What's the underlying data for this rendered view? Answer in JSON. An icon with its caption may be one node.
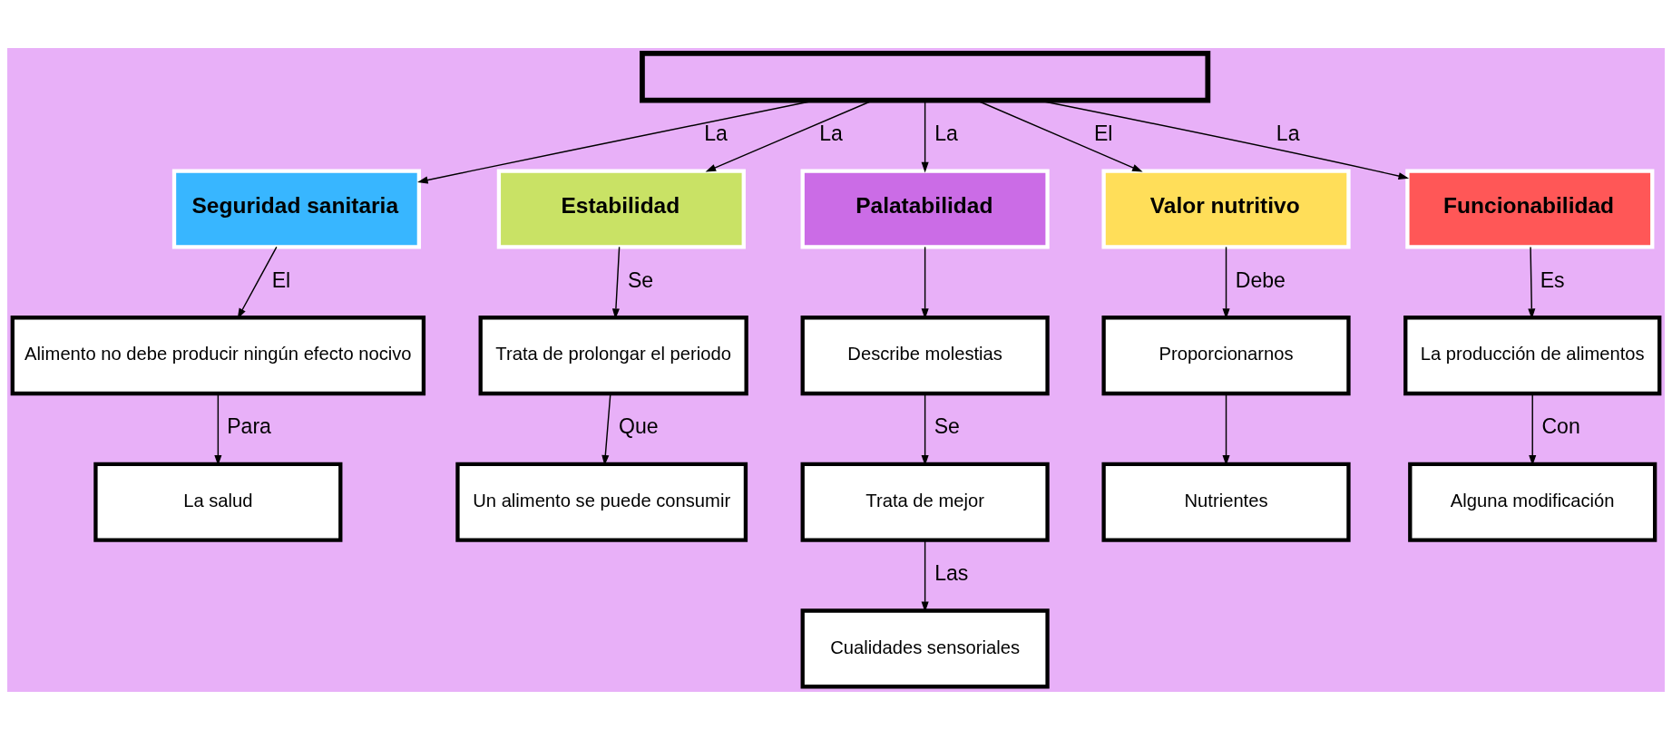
{
  "diagram": {
    "nodes": [
      {
        "text": [],
        "shape": "box"
      },
      {
        "text": [
          "Seguridad sanitaria"
        ]
      },
      {
        "text": [
          "Alimento no debe producir ningún efecto nocivo"
        ]
      },
      {
        "text": [
          "La salud"
        ]
      },
      {
        "text": [
          "Estabilidad"
        ]
      },
      {
        "text": [
          "Trata de prolongar el periodo"
        ]
      },
      {
        "text": [
          "Un alimento se puede consumir"
        ]
      },
      {
        "text": [
          "Palatabilidad"
        ]
      },
      {
        "text": [
          "Describe molestias"
        ]
      },
      {
        "text": [
          "Trata de mejor"
        ]
      },
      {
        "text": [
          "Cualidades sensoriales"
        ]
      },
      {
        "text": [
          "Valor nutritivo"
        ]
      },
      {
        "text": [
          "Proporcionarnos"
        ]
      },
      {
        "text": [
          "Nutrientes"
        ]
      },
      {
        "text": [
          "Funcionabilidad"
        ]
      },
      {
        "text": [
          "La producción de alimentos"
        ]
      },
      {
        "text": [
          "Alguna modificación"
        ]
      }
    ],
    "edges": [
      {
        "from": 0,
        "to": 1,
        "arrow": "to",
        "label": "La"
      },
      {
        "from": 0,
        "to": 4,
        "arrow": "to",
        "label": "La"
      },
      {
        "from": 0,
        "to": 7,
        "arrow": "to",
        "label": "La"
      },
      {
        "from": 0,
        "to": 11,
        "arrow": "to",
        "label": "El"
      },
      {
        "from": 0,
        "to": 14,
        "arrow": "to",
        "label": "La"
      },
      {
        "from": 1,
        "to": 2,
        "arrow": "to",
        "label": "El"
      },
      {
        "from": 2,
        "to": 3,
        "arrow": "to",
        "label": "Para"
      },
      {
        "from": 4,
        "to": 5,
        "arrow": "to",
        "label": "Se"
      },
      {
        "from": 5,
        "to": 6,
        "arrow": "to",
        "label": "Que"
      },
      {
        "from": 7,
        "to": 8,
        "arrow": "to"
      },
      {
        "from": 8,
        "to": 9,
        "arrow": "to",
        "label": "Se"
      },
      {
        "from": 9,
        "to": 10,
        "arrow": "to",
        "label": "Las"
      },
      {
        "from": 11,
        "to": 12,
        "arrow": "to",
        "label": "Debe"
      },
      {
        "from": 12,
        "to": 13,
        "arrow": "to"
      },
      {
        "from": 14,
        "to": 15,
        "arrow": "to",
        "label": "Es"
      },
      {
        "from": 15,
        "to": 16,
        "arrow": "to",
        "label": "Con"
      }
    ]
  }
}
